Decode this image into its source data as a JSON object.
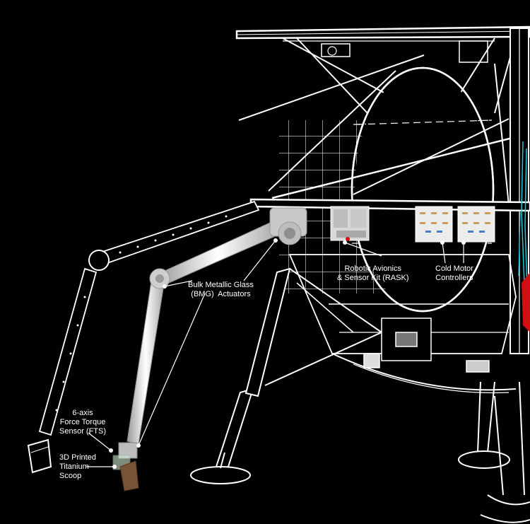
{
  "callouts": {
    "bmg": "Bulk Metallic Glass\n(BMG)  Actuators",
    "rask": "Robotic Avionics\n& Sensor Kit (RASK)",
    "motor": "Cold Motor\nControllers",
    "fts": "6-axis\nForce Torque\nSensor (FTS)",
    "scoop": "3D Printed\nTitanium\nScoop"
  },
  "colors": {
    "background": "#000000",
    "wireframe": "#ffffff",
    "arm": "#e6e6e6",
    "cable_accent": "#20c8d8",
    "warning_red": "#d01010"
  }
}
